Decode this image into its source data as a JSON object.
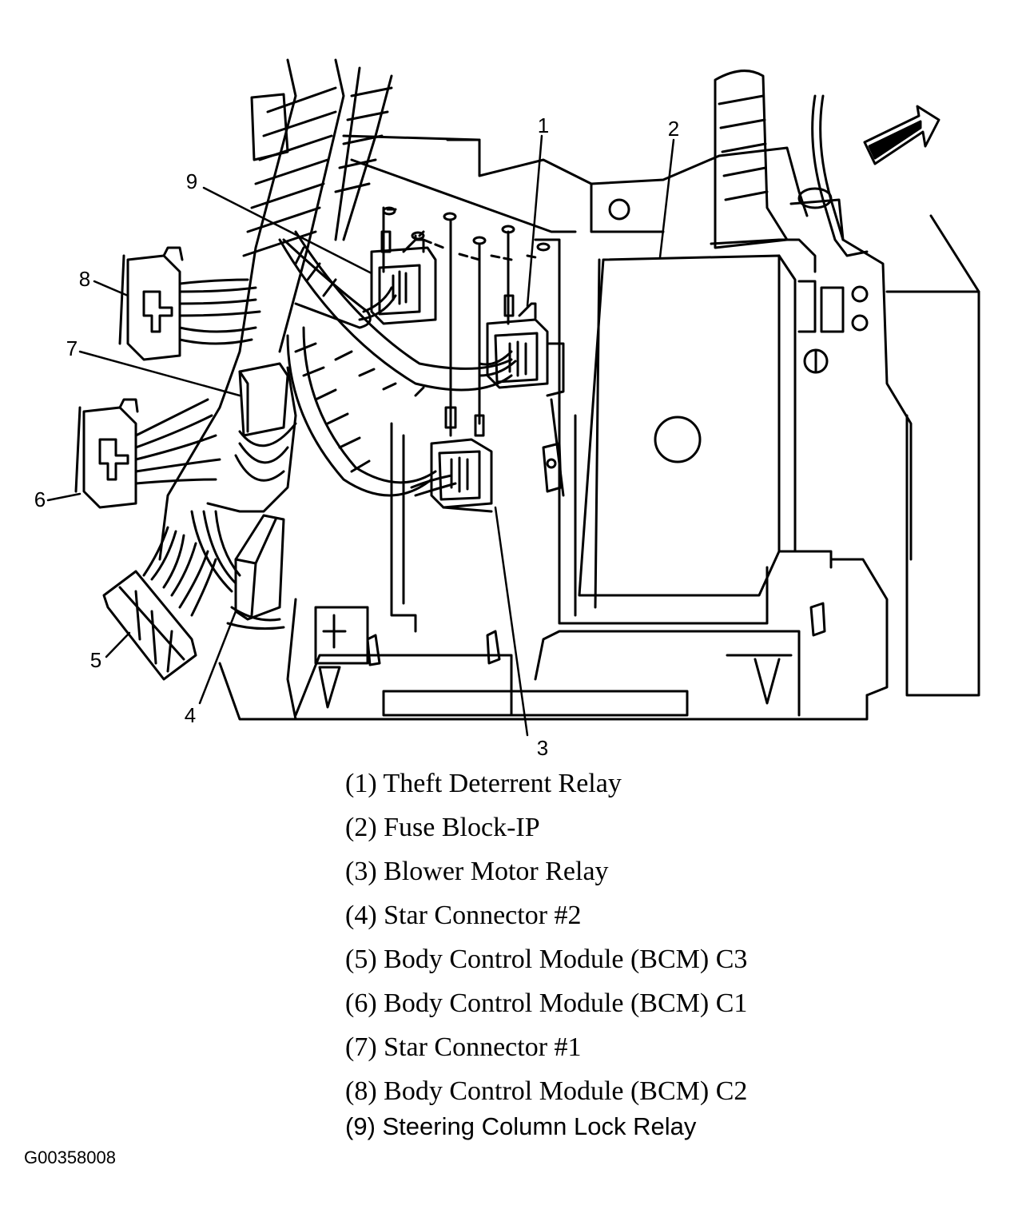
{
  "callouts": [
    "1",
    "2",
    "3",
    "4",
    "5",
    "6",
    "7",
    "8",
    "9"
  ],
  "legend": [
    "(1) Theft Deterrent Relay",
    "(2) Fuse Block-IP",
    "(3) Blower Motor Relay",
    "(4) Star Connector #2",
    "(5) Body Control Module (BCM) C3",
    "(6) Body Control Module (BCM) C1",
    "(7) Star Connector #1",
    "(8) Body Control Module (BCM) C2",
    "(9) Steering Column Lock Relay"
  ],
  "figure_id": "G00358008",
  "icons": [
    "forward-direction-arrow-icon"
  ],
  "colors": {
    "ink": "#000000",
    "paper": "#ffffff"
  }
}
